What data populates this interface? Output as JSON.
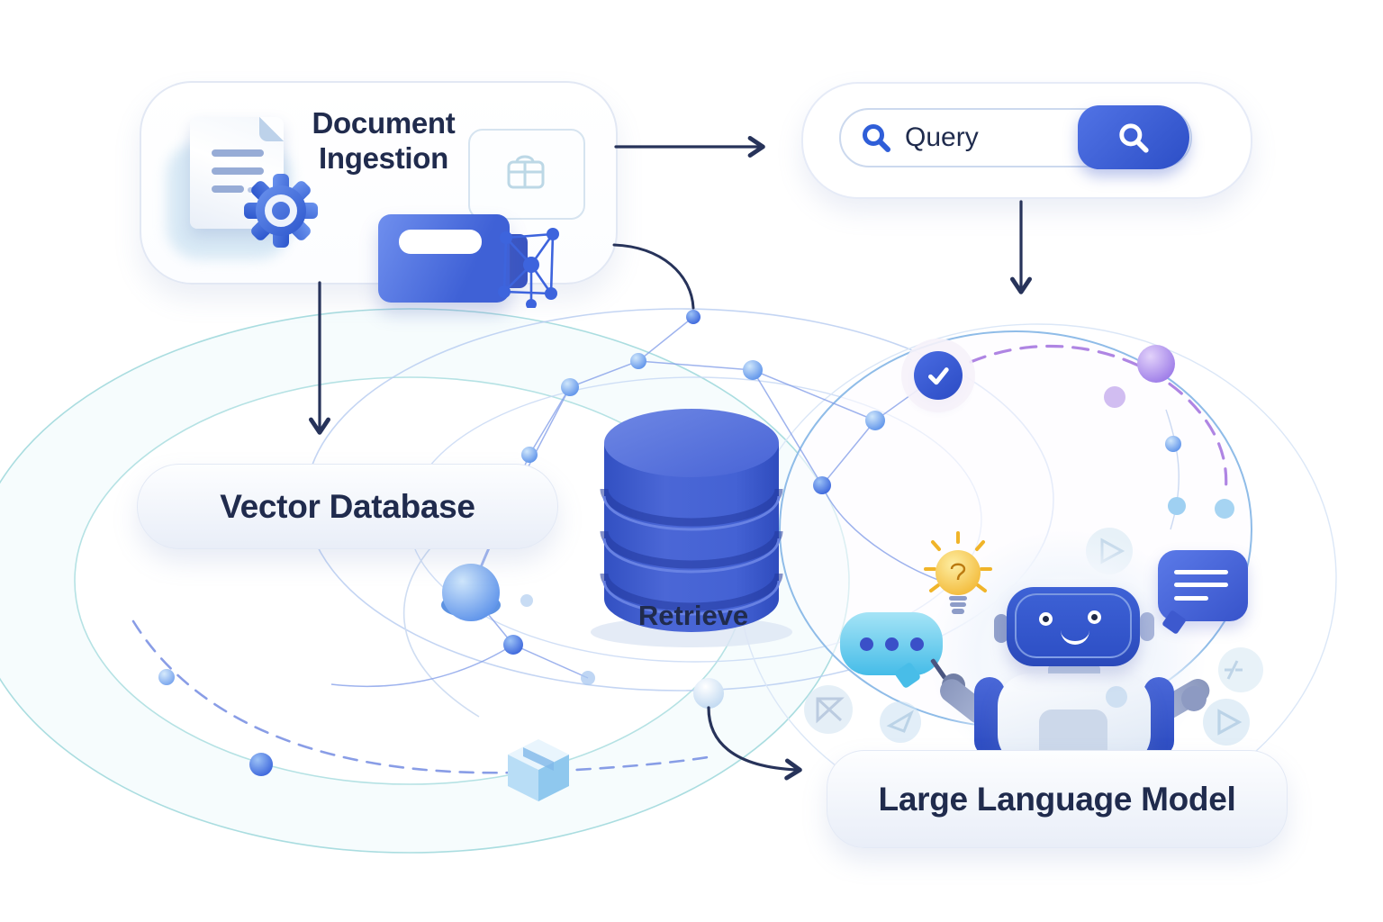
{
  "page": {
    "background": "#ffffff"
  },
  "nodes": {
    "document_ingestion": {
      "label": "Document Ingestion"
    },
    "query": {
      "value": "Query"
    },
    "vector_database": {
      "label": "Vector Database"
    },
    "retrieve": {
      "label": "Retrieve"
    },
    "large_language_model": {
      "label": "Large Language Model"
    }
  },
  "edges": [
    {
      "from": "document_ingestion",
      "to": "query",
      "style": "straight-arrow"
    },
    {
      "from": "document_ingestion",
      "to": "vector_database",
      "style": "straight-arrow"
    },
    {
      "from": "document_ingestion",
      "to": "vector_network",
      "style": "curve-to-dot"
    },
    {
      "from": "query",
      "to": "vector_network",
      "style": "straight-arrow"
    },
    {
      "from": "vector_database",
      "to": "large_language_model",
      "style": "curved-arrow"
    }
  ],
  "icons": [
    "document-icon",
    "gear-icon",
    "package-icon",
    "ingest-device-icon",
    "graph-icon",
    "search-icon",
    "search-button-icon",
    "check-icon",
    "database-cylinder",
    "network-nodes",
    "lightbulb-icon",
    "chat-dots-bubble",
    "message-bubble",
    "robot-mascot",
    "cube-icon",
    "play-icon",
    "code-icon"
  ],
  "colors": {
    "text": "#202b4d",
    "arrow": "#27335a",
    "primary_blue": "#3d5fd2",
    "light_blue_node": "#8ab4f2",
    "teal_ring": "#a8dde0",
    "purple_dash": "#a678e0",
    "bulb_yellow": "#f5c133",
    "cyan_bubble": "#45bce8"
  }
}
